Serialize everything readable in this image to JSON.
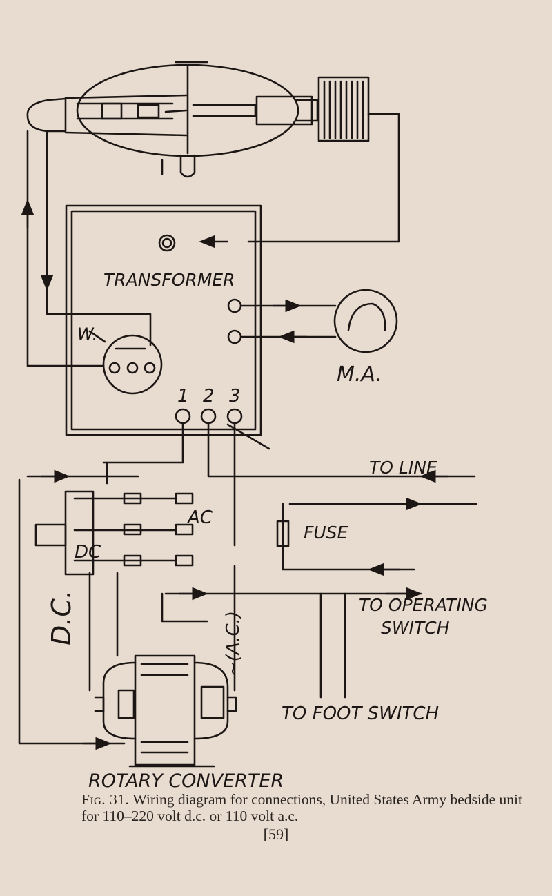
{
  "labels": {
    "transformer": "TRANSFORMER",
    "w": "W.",
    "ma": "M.A.",
    "tap1": "1",
    "tap2": "2",
    "tap3": "3",
    "to_line": "TO LINE",
    "ac": "AC",
    "dc": "DC",
    "fuse": "FUSE",
    "to_operating_switch_1": "TO OPERATING",
    "to_operating_switch_2": "SWITCH",
    "dc_vertical": "D.C.",
    "ac_vertical": "~(A.C.)",
    "to_foot_switch": "TO FOOT SWITCH",
    "rotary_converter": "ROTARY CONVERTER"
  },
  "caption": {
    "fig": "Fig. 31.",
    "text": " Wiring diagram for connections, United States Army bedside unit for 110–220 volt d.c. or 110 volt a.c."
  },
  "page_number": "[59]",
  "colors": {
    "paper": "#e8dbd0",
    "ink": "#1c1714"
  }
}
